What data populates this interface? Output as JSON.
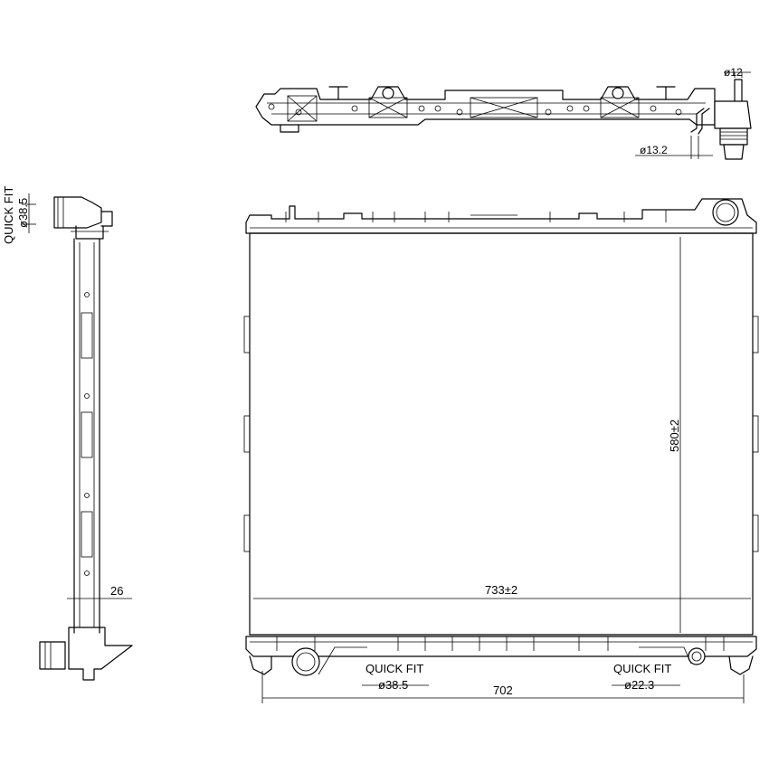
{
  "dimensions": {
    "top_outlet_dia": "ø12",
    "top_pipe_dia": "ø13.2",
    "core_height": "580±2",
    "core_width": "733±2",
    "overall_width": "702",
    "side_depth": "26"
  },
  "connections": {
    "side_quick_fit_label": "QUICK FIT",
    "side_quick_fit_dia": "ø38.5",
    "bottom_left_label": "QUICK FIT",
    "bottom_left_dia": "ø38.5",
    "bottom_right_label": "QUICK FIT",
    "bottom_right_dia": "ø22.3"
  }
}
